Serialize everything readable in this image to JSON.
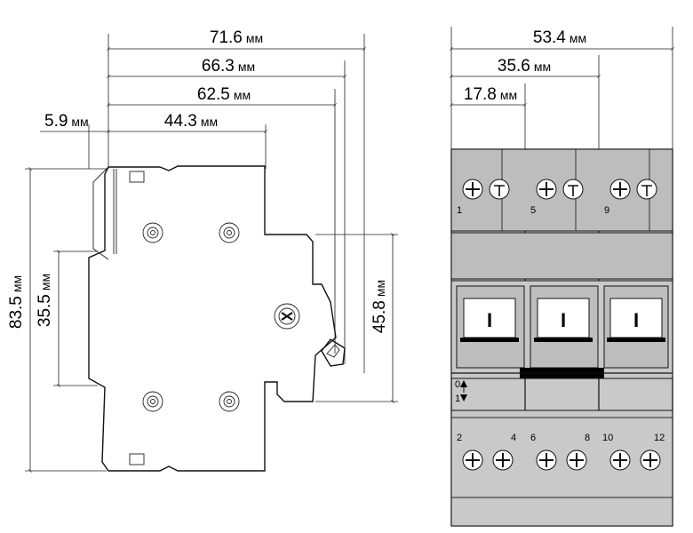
{
  "side_view": {
    "dims": {
      "d_71_6": {
        "value": "71.6",
        "unit": "мм"
      },
      "d_66_3": {
        "value": "66.3",
        "unit": "мм"
      },
      "d_62_5": {
        "value": "62.5",
        "unit": "мм"
      },
      "d_44_3": {
        "value": "44.3",
        "unit": "мм"
      },
      "d_5_9": {
        "value": "5.9",
        "unit": "мм"
      },
      "d_83_5": {
        "value": "83.5",
        "unit": "мм"
      },
      "d_35_5": {
        "value": "35.5",
        "unit": "мм"
      },
      "d_45_8": {
        "value": "45.8",
        "unit": "мм"
      }
    }
  },
  "front_view": {
    "dims": {
      "d_53_4": {
        "value": "53.4",
        "unit": "мм"
      },
      "d_35_6": {
        "value": "35.6",
        "unit": "мм"
      },
      "d_17_8": {
        "value": "17.8",
        "unit": "мм"
      }
    },
    "top_terminals": [
      "1",
      "5",
      "9"
    ],
    "bottom_terminals": [
      [
        "2",
        "4"
      ],
      [
        "6",
        "8"
      ],
      [
        "10",
        "12"
      ]
    ],
    "handle_symbol": "I",
    "indicator": {
      "off": "0",
      "on": "1"
    }
  }
}
